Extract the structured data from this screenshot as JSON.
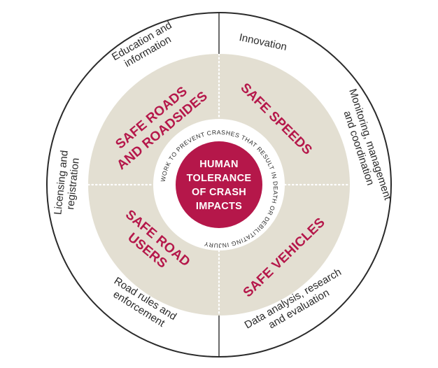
{
  "colors": {
    "ring": "#e3dfd2",
    "core": "#b5174a",
    "quadrant_text": "#b5174a",
    "outline": "#2a2a2a"
  },
  "outer_labels": {
    "education": [
      "Education and",
      "information"
    ],
    "innovation": [
      "Innovation"
    ],
    "monitoring": [
      "Monitoring, management",
      "and coordination"
    ],
    "licensing": [
      "Licensing and",
      "registration"
    ],
    "road_rules": [
      "Road rules and",
      "enforcement"
    ],
    "data_analysis": [
      "Data analysis, research",
      "and evaluation"
    ]
  },
  "quadrants": {
    "safe_roads": [
      "SAFE ROADS",
      "AND ROADSIDES"
    ],
    "safe_speeds": [
      "SAFE SPEEDS"
    ],
    "safe_road_users": [
      "SAFE ROAD",
      "USERS"
    ],
    "safe_vehicles": [
      "SAFE VEHICLES"
    ]
  },
  "ring_text": "WORK TO PREVENT CRASHES THAT RESULT IN DEATH OR DEBILITATING INJURY",
  "core_lines": [
    "HUMAN",
    "TOLERANCE",
    "OF CRASH",
    "IMPACTS"
  ]
}
